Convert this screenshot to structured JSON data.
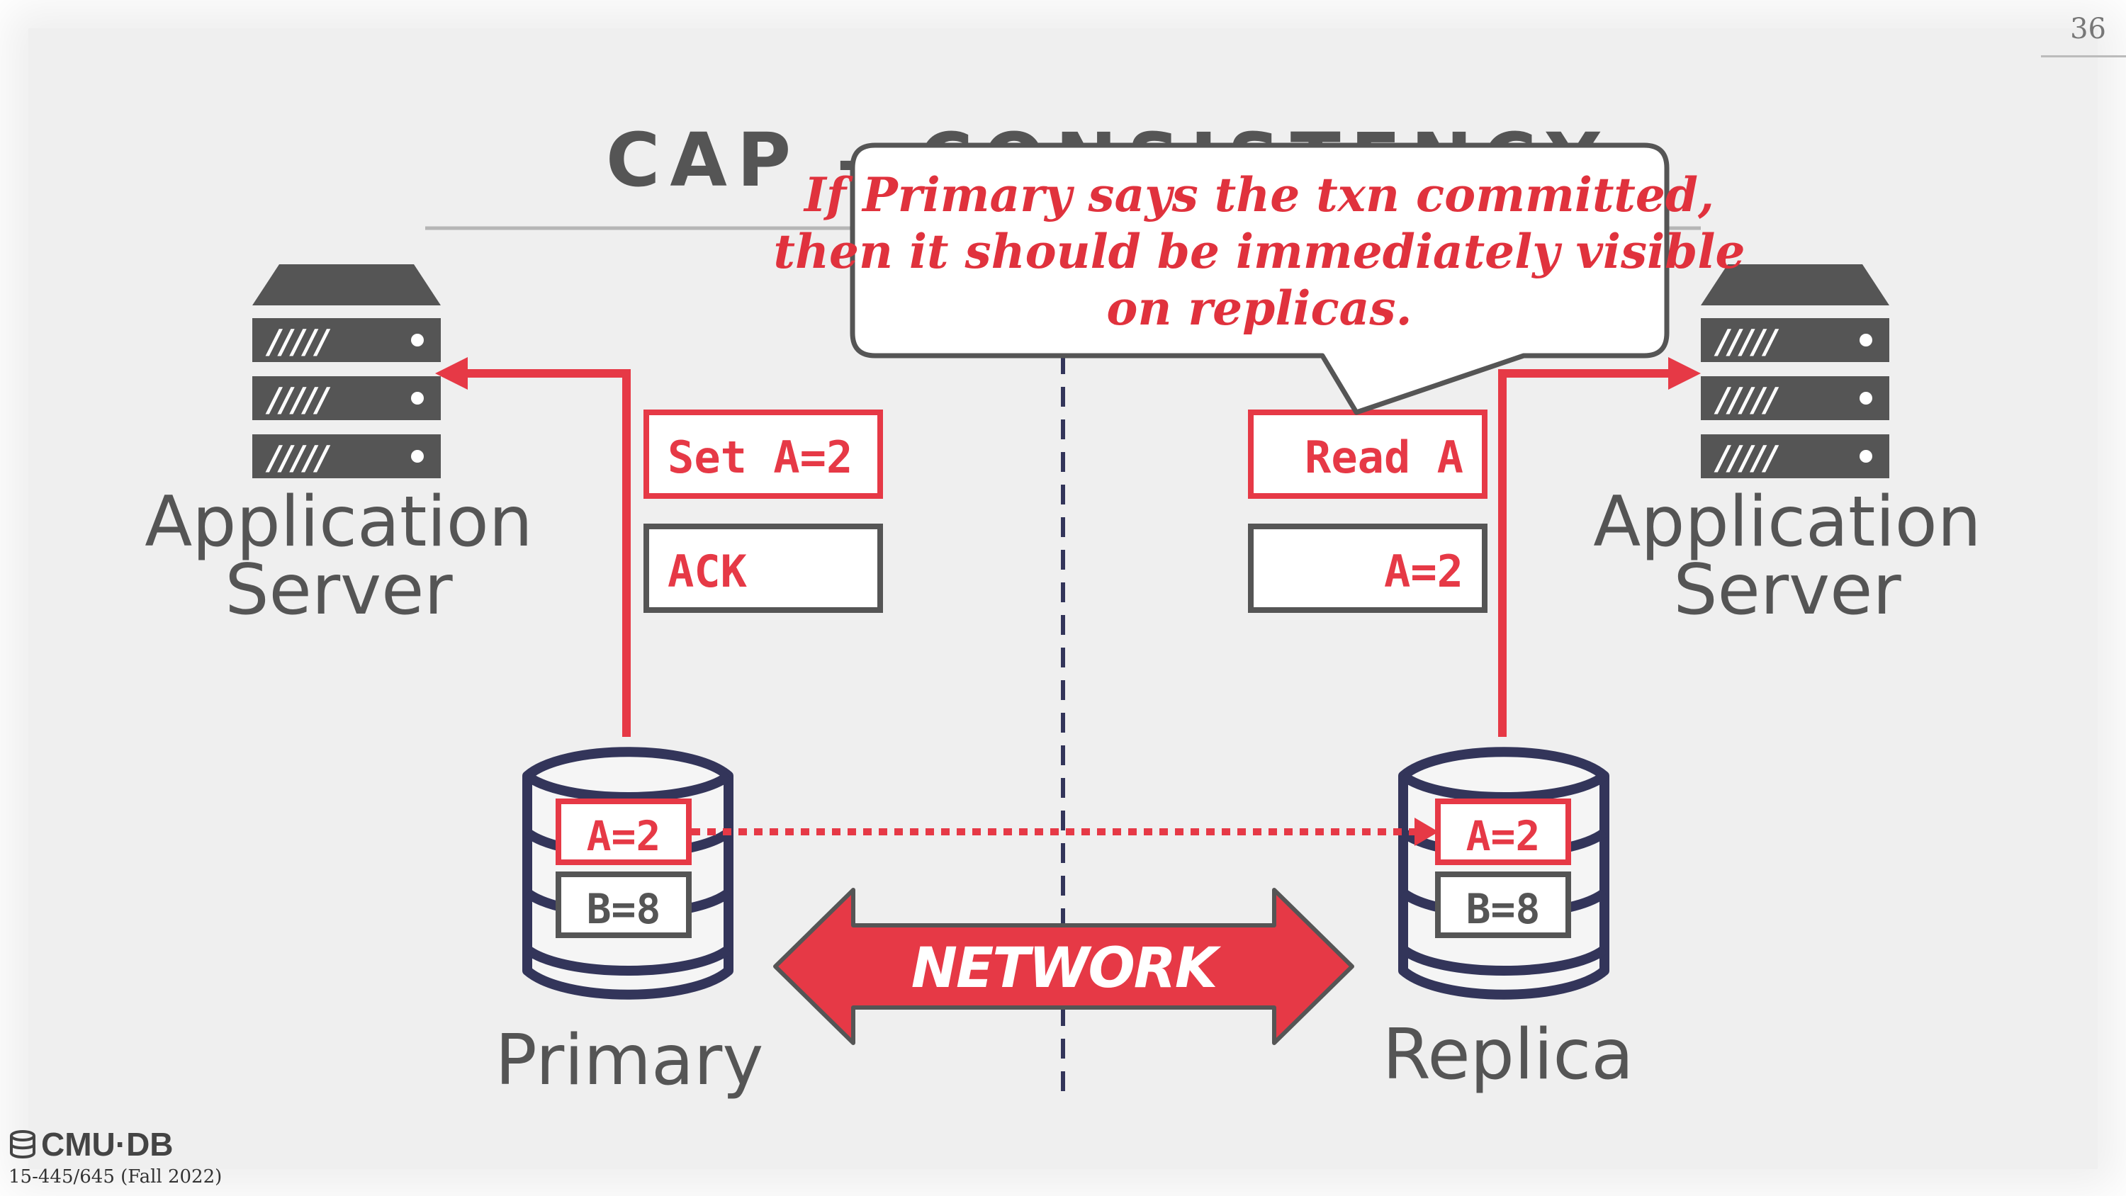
{
  "slide": {
    "title": "CAP – CONSISTENCY",
    "page_number": "36"
  },
  "footer": {
    "logo_text": "CMU·DB",
    "course": "15-445/645 (Fall 2022)"
  },
  "left": {
    "server_label_line1": "Application",
    "server_label_line2": "Server",
    "request_label": "Set A=2",
    "response_label": "ACK",
    "db_label": "Primary",
    "db_rows": [
      "A=2",
      "B=8"
    ]
  },
  "right": {
    "server_label_line1": "Application",
    "server_label_line2": "Server",
    "request_label": "Read A",
    "response_label": "A=2",
    "db_label": "Replica",
    "db_rows": [
      "A=2",
      "B=8"
    ]
  },
  "network_label": "NETWORK",
  "callout": {
    "line1": "If Primary says the txn committed,",
    "line2": "then it should be immediately visible",
    "line3": "on replicas."
  },
  "colors": {
    "accent_red": "#e63946",
    "dark_gray": "#555555",
    "db_navy": "#33355a"
  }
}
